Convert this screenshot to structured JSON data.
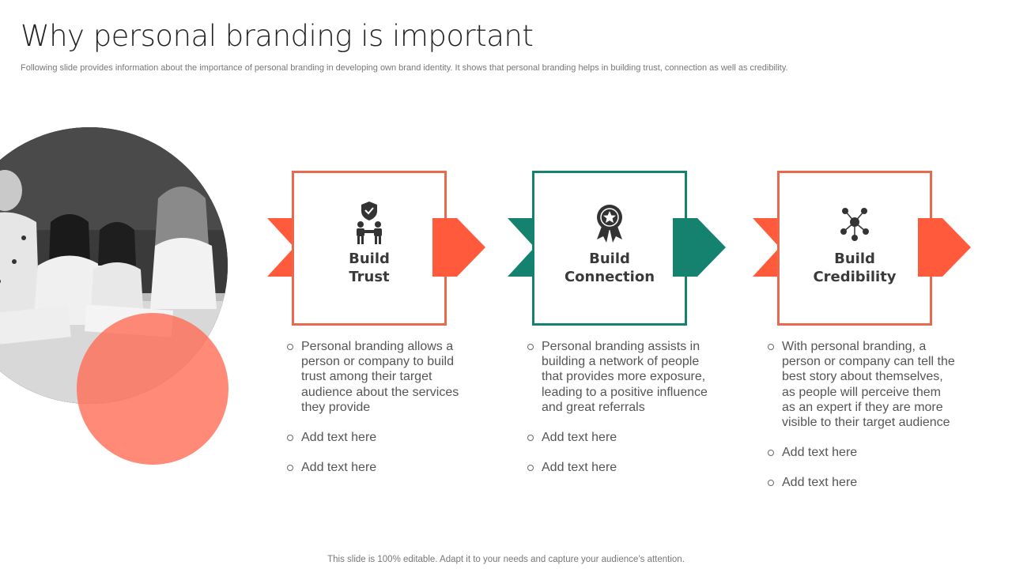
{
  "page": {
    "title": "Why personal branding is important",
    "subtitle": "Following slide provides information about the importance of personal branding in developing own brand identity. It shows that personal branding helps in building trust, connection as well as credibility.",
    "footer": "This slide is 100% editable. Adapt it to your needs and capture your audience’s attention."
  },
  "colors": {
    "orange": "#ff5a3c",
    "orange_border": "#e8694e",
    "teal": "#15826f"
  },
  "cards": [
    {
      "icon": "trust-handshake-icon",
      "label_line1": "Build",
      "label_line2": "Trust",
      "bullets": [
        "Personal branding allows a person or company to build trust among their target audience about the services they provide",
        "Add text here",
        "Add text here"
      ]
    },
    {
      "icon": "award-badge-icon",
      "label_line1": "Build",
      "label_line2": "Connection",
      "bullets": [
        "Personal branding assists in building a network of people that provides more exposure, leading to a positive influence and great referrals",
        "Add text here",
        "Add text here"
      ]
    },
    {
      "icon": "network-icon",
      "label_line1": "Build",
      "label_line2": "Credibility",
      "bullets": [
        "With personal branding, a person or company can tell the best story about themselves, as people will perceive them as an expert if they are more visible to their target audience",
        "Add text here",
        "Add text here"
      ]
    }
  ]
}
